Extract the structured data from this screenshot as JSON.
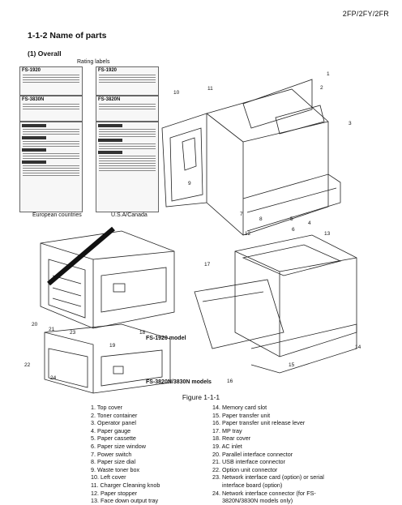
{
  "header": {
    "model_code": "2FP/2FY/2FR"
  },
  "section": {
    "number_title": "1-1-2  Name of parts"
  },
  "subsection": {
    "title": "(1) Overall"
  },
  "rating_labels": {
    "caption": "Rating labels",
    "left_caption": "European countries",
    "right_caption": "U.S.A/Canada",
    "model_a": "FS-1920",
    "model_b": "FS-3830N",
    "model_c": "FS-3820N"
  },
  "image_captions": {
    "fs1920": "FS-1920 model",
    "fs3820": "FS-3820N/3830N models"
  },
  "callouts": {
    "top": [
      "1",
      "2",
      "3",
      "4",
      "5",
      "6",
      "7",
      "8",
      "9",
      "10",
      "11"
    ],
    "bottom": [
      "12",
      "13",
      "14",
      "15",
      "16",
      "17",
      "18",
      "19",
      "20",
      "21",
      "22",
      "23",
      "24"
    ]
  },
  "figure": {
    "title": "Figure 1-1-1"
  },
  "legend": {
    "left": [
      "1. Top cover",
      "2. Toner container",
      "3. Operator panel",
      "4. Paper gauge",
      "5. Paper cassette",
      "6. Paper size window",
      "7. Power switch",
      "8. Paper size dial",
      "9. Waste toner box",
      "10. Left cover",
      "11. Charger Cleaning knob",
      "12. Paper stopper",
      "13. Face down output tray"
    ],
    "right": [
      "14. Memory card slot",
      "15. Paper transfer unit",
      "16. Paper transfer unit release lever",
      "17. MP tray",
      "18. Rear cover",
      "19. AC inlet",
      "20. Parallel interface connector",
      "21. USB interface connector",
      "22. Option unit connector",
      "23. Network interface card (option) or serial",
      "interface board (option)",
      "24. Network interface connector (for FS-",
      "3820N/3830N models only)"
    ]
  }
}
